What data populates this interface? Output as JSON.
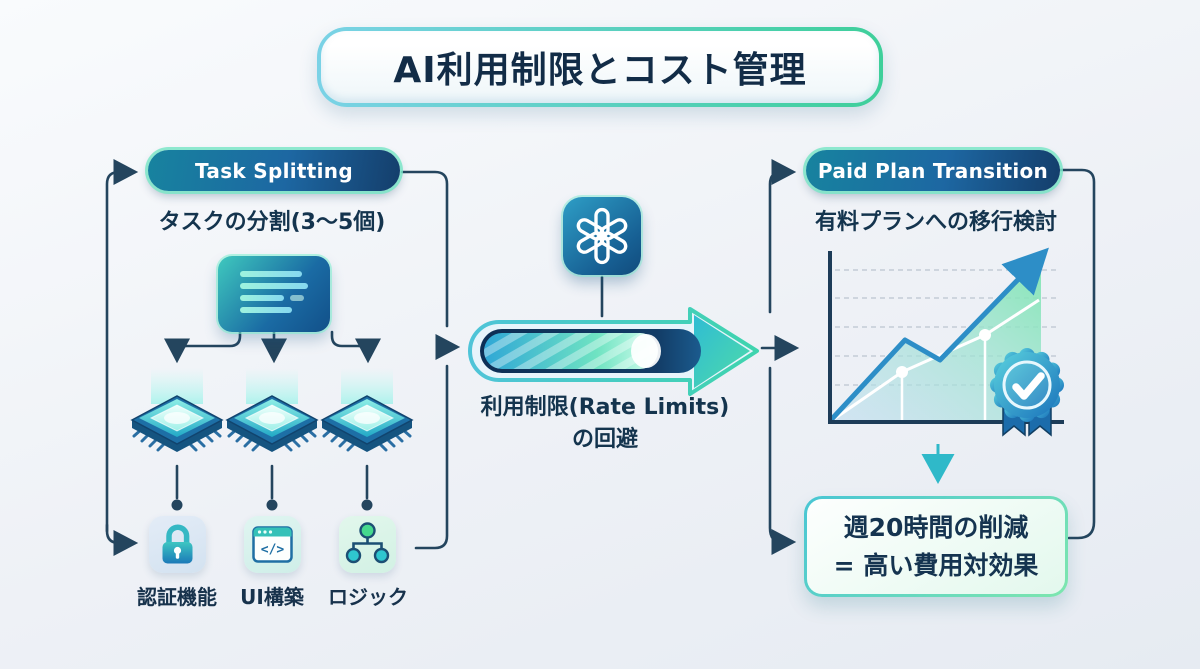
{
  "title": "AI利用制限とコスト管理",
  "left": {
    "badge": "Task Splitting",
    "subtitle": "タスクの分割(3〜5個)",
    "code_glyph": "</>",
    "items": [
      {
        "label": "認証機能",
        "icon": "lock-icon"
      },
      {
        "label": "UI構築",
        "icon": "code-window-icon"
      },
      {
        "label": "ロジック",
        "icon": "flowchart-icon"
      }
    ],
    "chip_count": 3
  },
  "center": {
    "icon": "openai-logo-icon",
    "caption_line1": "利用制限(Rate Limits)",
    "caption_line2": "の回避",
    "progress_fill_ratio": 0.8
  },
  "right": {
    "badge": "Paid Plan Transition",
    "subtitle": "有料プランへの移行検討",
    "result_line1": "週20時間の削減",
    "result_line2": "= 高い費用対効果",
    "badge_icon": "check-ribbon-icon"
  },
  "colors": {
    "background": "#eef1f6",
    "title_text": "#122c47",
    "body_text": "#14344e",
    "pill_gradient_start": "#17839f",
    "pill_gradient_end": "#143e6b",
    "teal_accent": "#2fb9c9",
    "green_accent": "#3ecf9a",
    "connector": "#24455e",
    "chart_line": "#2d8ec7"
  },
  "chart_data": {
    "type": "line",
    "x": [
      0,
      1,
      2,
      3
    ],
    "series": [
      {
        "name": "growth-trend",
        "values": [
          0,
          48,
          36,
          95
        ]
      },
      {
        "name": "baseline",
        "values": [
          0,
          28,
          50,
          70
        ]
      }
    ],
    "title": "",
    "xlabel": "",
    "ylabel": "",
    "grid": true,
    "legend": "none",
    "annotations": [
      "check-ribbon-badge",
      "up-arrow-end"
    ]
  }
}
